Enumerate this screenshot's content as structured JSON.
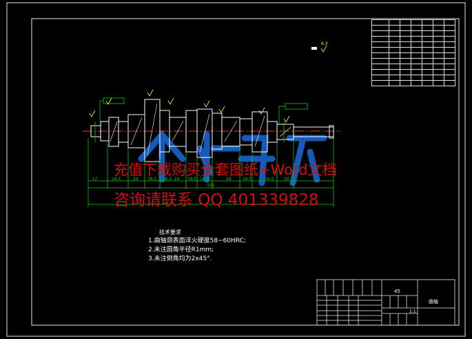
{
  "watermark": {
    "line1": "充值下载购买全套图纸+Word文档",
    "line2": "咨询请联系  QQ 401339828"
  },
  "notes": {
    "title": "技术要求",
    "items": [
      "1.曲轴颈表面淬火硬度58~60HRC;",
      "2.未注圆角半径R1mm;",
      "3.未注倒角均为2x45°."
    ]
  },
  "title_block": {
    "material": "45",
    "part_name": "曲轴",
    "scale": "1:1"
  },
  "dimensions": {
    "overall": "351",
    "segments": [
      "17",
      "16.5",
      "24",
      "18.5",
      "16.5",
      "24",
      "18.5",
      "16.5",
      "24",
      "16.5",
      "16.5",
      "20"
    ]
  },
  "roughness_symbol": "6.3",
  "colors": {
    "background": "#000000",
    "frame": "#e8e8e8",
    "part": "#ffffff",
    "dimension": "#00d000",
    "centerline": "#ff3030",
    "roughness": "#ffff40",
    "watermark_text": "#d11010",
    "watermark_logo": "#1a6ad8"
  }
}
